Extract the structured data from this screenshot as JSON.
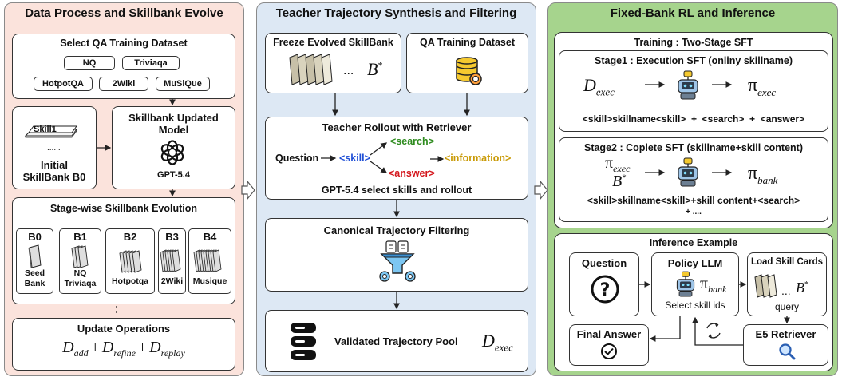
{
  "colors": {
    "panel1_bg": "#fbe3dc",
    "panel2_bg": "#dde8f4",
    "panel3_bg": "#a6d48d",
    "skill_blue": "#1f4fd6",
    "search_green": "#2e8b1e",
    "answer_red": "#d4161c",
    "information_gold": "#c99a06"
  },
  "panel1": {
    "title": "Data Process and Skillbank Evolve",
    "qa": {
      "title": "Select QA Training Dataset",
      "datasets": [
        "NQ",
        "Triviaqa",
        "HotpotQA",
        "2Wiki",
        "MuSiQue"
      ]
    },
    "initial": {
      "skill_card": "Skill1",
      "dots": "......",
      "label_1": "Initial",
      "label_2": "SkillBank B0"
    },
    "update_model": {
      "title_1": "Skillbank Updated",
      "title_2": "Model",
      "model": "GPT-5.4"
    },
    "evolution": {
      "title": "Stage-wise Skillbank Evolution",
      "stages": [
        {
          "id": "B0",
          "label_1": "Seed",
          "label_2": "Bank"
        },
        {
          "id": "B1",
          "label_1": "NQ",
          "label_2": "Triviaqa"
        },
        {
          "id": "B2",
          "label_1": "Hotpotqa",
          "label_2": ""
        },
        {
          "id": "B3",
          "label_1": "2Wiki",
          "label_2": ""
        },
        {
          "id": "B4",
          "label_1": "Musique",
          "label_2": ""
        }
      ]
    },
    "update_ops": {
      "title": "Update Operations",
      "D": "D",
      "sub_add": "add",
      "plus": "+",
      "sub_refine": "refine",
      "sub_replay": "replay"
    }
  },
  "panel2": {
    "title": "Teacher Trajectory Synthesis and Filtering",
    "freeze": {
      "title": "Freeze Evolved SkillBank",
      "dots": "...",
      "B": "B",
      "star": "*"
    },
    "qa_dataset": {
      "title": "QA Training Dataset"
    },
    "rollout": {
      "title": "Teacher Rollout with Retriever",
      "question": "Question",
      "skill": "<skill>",
      "search": "<search>",
      "answer": "<answer>",
      "information": "<information>",
      "footer": "GPT-5.4 select skills and rollout"
    },
    "filtering": {
      "title": "Canonical Trajectory Filtering"
    },
    "pool": {
      "title": "Validated Trajectory Pool",
      "D": "D",
      "sub": "exec"
    }
  },
  "panel3": {
    "title": "Fixed-Bank RL and Inference",
    "training": {
      "title": "Training : Two-Stage SFT",
      "stage1": {
        "title": "Stage1 : Execution SFT (onliny skillname)",
        "D": "D",
        "D_sub": "exec",
        "pi": "π",
        "pi_sub": "exec",
        "tokens": "<skill>skillname<skill>  +  <search>  +  <answer>"
      },
      "stage2": {
        "title": "Stage2 : Coplete SFT (skillname+skill content)",
        "pi": "π",
        "pi_sub": "exec",
        "B": "B",
        "star": "*",
        "out_pi": "π",
        "out_sub": "bank",
        "tokens": "<skill>skillname<skill>+skill content+<search>",
        "tokens_2": "+ ...."
      }
    },
    "inference": {
      "title": "Inference Example",
      "question": "Question",
      "policy": {
        "title": "Policy LLM",
        "pi": "π",
        "pi_sub": "bank",
        "caption": "Select skill ids"
      },
      "load": {
        "title": "Load Skill Cards",
        "dots": "...",
        "B": "B",
        "star": "*",
        "caption": "query"
      },
      "final": "Final Answer",
      "retriever": "E5 Retriever"
    }
  }
}
